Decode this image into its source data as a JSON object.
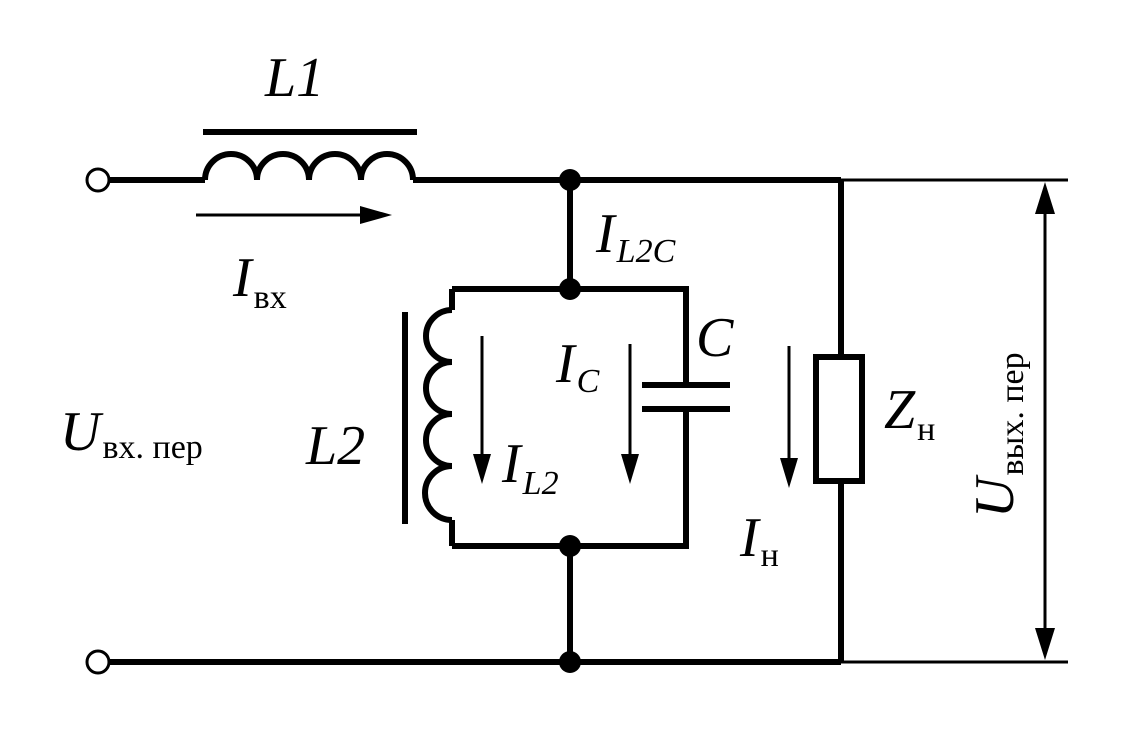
{
  "labels": {
    "L1": "L1",
    "L2": "L2",
    "C": "C",
    "I_in": {
      "main": "I",
      "sub": "вх"
    },
    "I_L2C": {
      "main": "I",
      "sub": "L2C"
    },
    "I_C": {
      "main": "I",
      "sub": "C"
    },
    "I_L2": {
      "main": "I",
      "sub": "L2"
    },
    "I_load": {
      "main": "I",
      "sub": "н"
    },
    "Z_load": {
      "main": "Z",
      "sub": "н"
    },
    "U_in": {
      "main": "U",
      "sub": "вх. пер"
    },
    "U_out": {
      "main": "U",
      "sub": "вых. пер"
    }
  }
}
